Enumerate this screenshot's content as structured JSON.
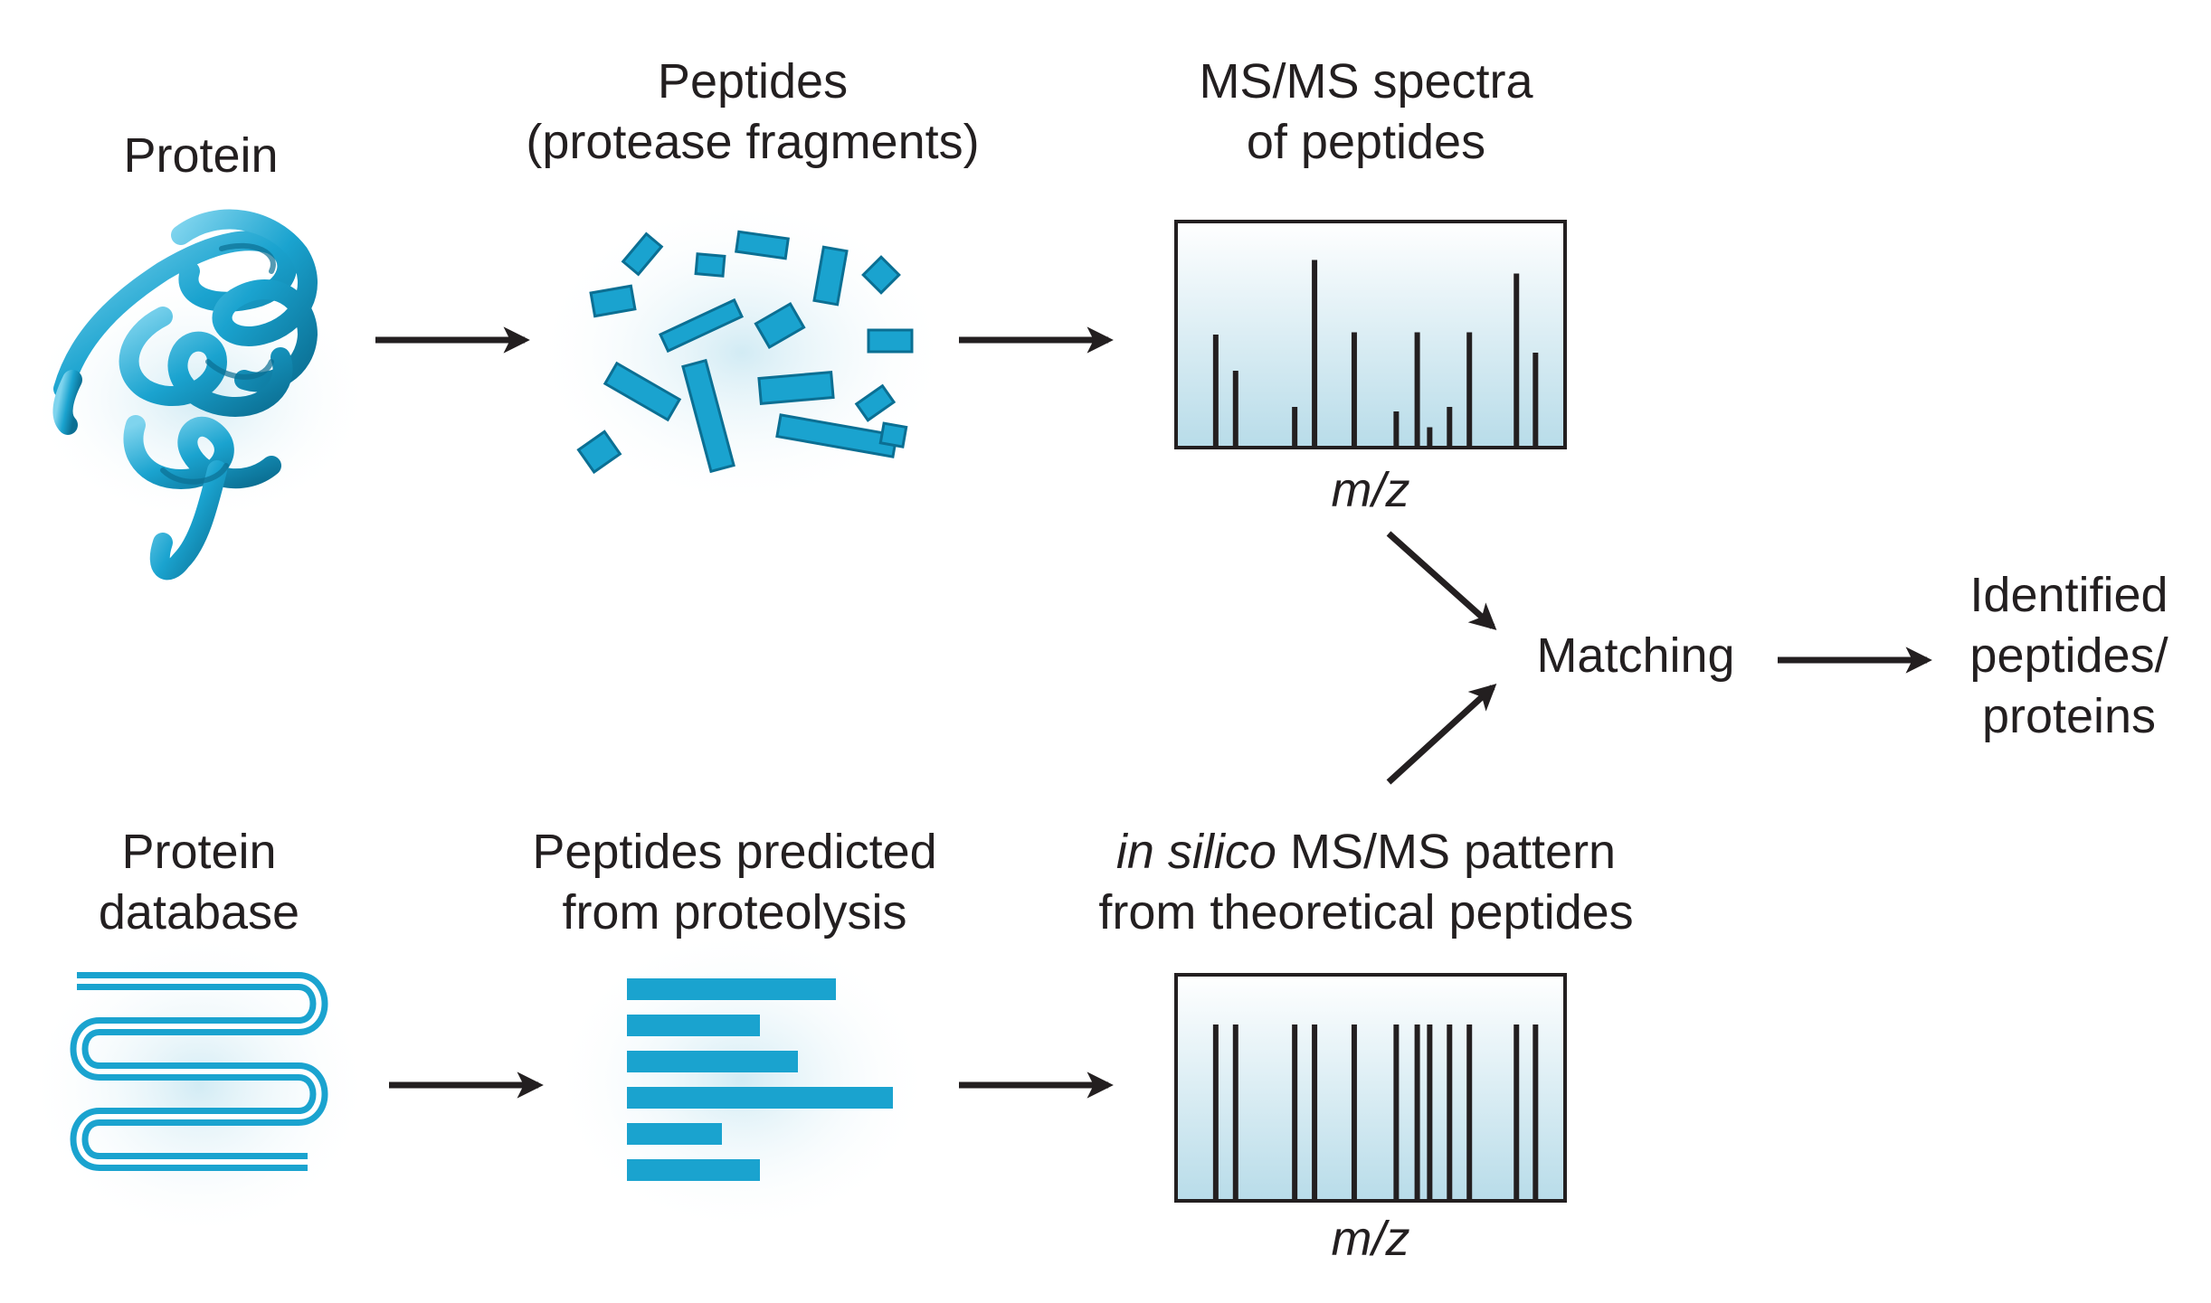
{
  "labels": {
    "protein": "Protein",
    "peptides_line1": "Peptides",
    "peptides_line2": "(protease fragments)",
    "msms_line1": "MS/MS spectra",
    "msms_line2": "of peptides",
    "axis_top": "m/z",
    "matching": "Matching",
    "identified_line1": "Identified",
    "identified_line2": "peptides/",
    "identified_line3": "proteins",
    "database_line1": "Protein",
    "database_line2": "database",
    "predicted_line1": "Peptides predicted",
    "predicted_line2": "from proteolysis",
    "insilico_italic": "in silico",
    "insilico_rest": " MS/MS pattern",
    "insilico_line2": "from theoretical peptides",
    "axis_bottom": "m/z"
  },
  "colors": {
    "accent": "#1aa3cf",
    "accent_dark": "#0e7fa6",
    "text": "#231f20",
    "spectrum_bg_top": "#ffffff",
    "spectrum_bg_bottom": "#b8dce9"
  },
  "observed_spectrum": {
    "x_positions": [
      0.102,
      0.153,
      0.305,
      0.356,
      0.458,
      0.566,
      0.62,
      0.652,
      0.703,
      0.754,
      0.875,
      0.924
    ],
    "intensities": [
      0.5,
      0.34,
      0.18,
      0.83,
      0.51,
      0.16,
      0.51,
      0.09,
      0.18,
      0.51,
      0.77,
      0.42
    ]
  },
  "theoretical_spectrum": {
    "x_positions": [
      0.102,
      0.153,
      0.305,
      0.356,
      0.458,
      0.566,
      0.62,
      0.652,
      0.703,
      0.754,
      0.875,
      0.924
    ],
    "intensities": [
      0.78,
      0.78,
      0.78,
      0.78,
      0.78,
      0.78,
      0.78,
      0.78,
      0.78,
      0.78,
      0.78,
      0.78
    ]
  },
  "predicted_peptide_bars": [
    0.55,
    0.35,
    0.45,
    0.7,
    0.25,
    0.35
  ]
}
